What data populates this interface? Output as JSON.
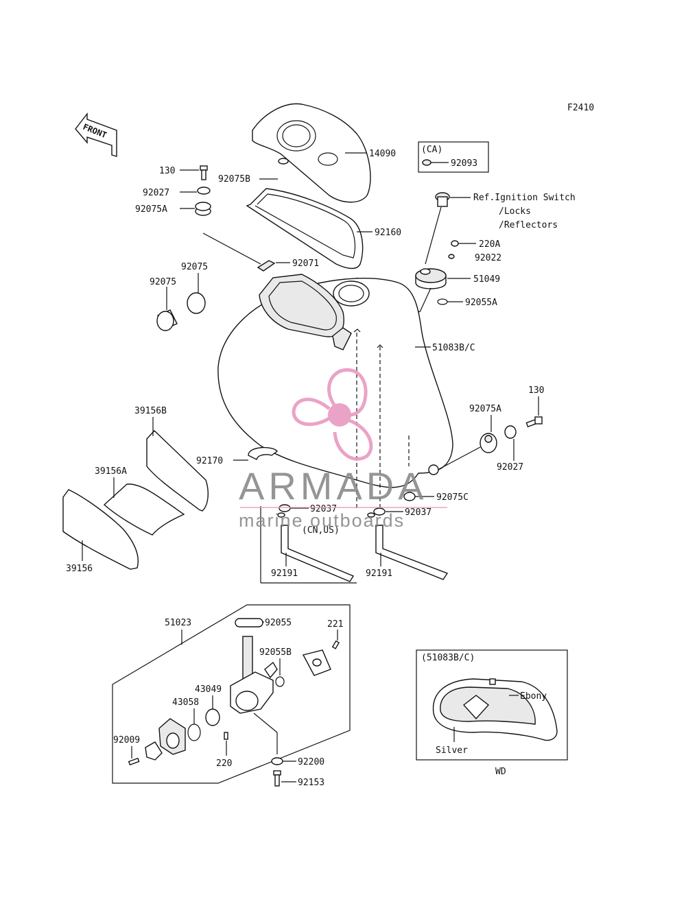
{
  "figure_code": "F2410",
  "front_indicator": "FRONT",
  "ca_box": {
    "title": "(CA)",
    "part": "92093"
  },
  "ref_text": {
    "line1": "Ref.Ignition Switch",
    "line2": "/Locks",
    "line3": "/Reflectors"
  },
  "callouts": {
    "p14090": "14090",
    "p130_top": "130",
    "p92027_top": "92027",
    "p92075A_top": "92075A",
    "p92075B": "92075B",
    "p92160": "92160",
    "p92071": "92071",
    "p92075_a": "92075",
    "p92075_b": "92075",
    "p220A": "220A",
    "p92022": "92022",
    "p51049": "51049",
    "p92055A": "92055A",
    "p51083": "51083B/C",
    "p39156B": "39156B",
    "p39156A": "39156A",
    "p39156": "39156",
    "p92170": "92170",
    "p92037_l": "92037",
    "p92037_r": "92037",
    "cn_us": "(CN,US)",
    "p92191_l": "92191",
    "p92191_r": "92191",
    "p92075A_r": "92075A",
    "p130_r": "130",
    "p92027_r": "92027",
    "p92075C": "92075C",
    "p51023": "51023",
    "p92055": "92055",
    "p221": "221",
    "p92055B": "92055B",
    "p43049": "43049",
    "p43058": "43058",
    "p92009": "92009",
    "p220": "220",
    "p92200": "92200",
    "p92153": "92153"
  },
  "variant_box": {
    "title": "(51083B/C)",
    "label_ebony": "Ebony",
    "label_silver": "Silver",
    "caption": "WD"
  },
  "watermark": {
    "brand": "ARMADA",
    "tagline": "marine outboards",
    "color": "#e89ac0"
  }
}
